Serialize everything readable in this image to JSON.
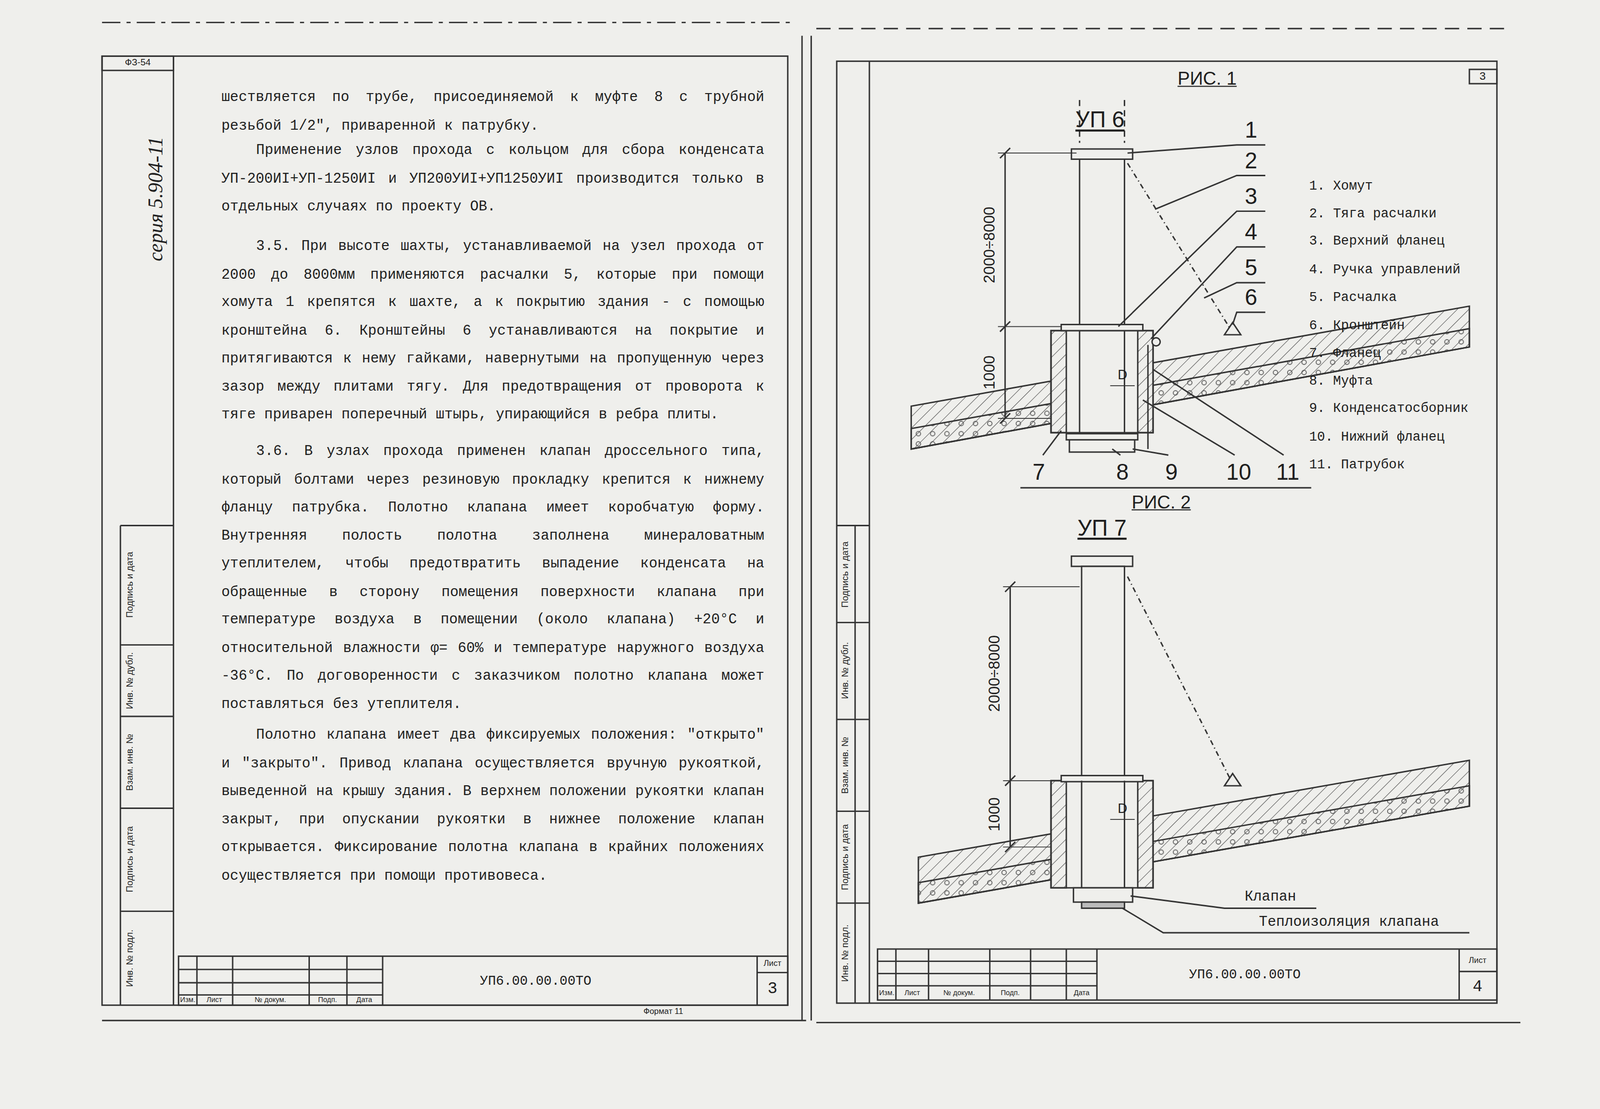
{
  "diagram": {
    "labels": [
      "ФЗ-54",
      "серия 5.904-11",
      "шествляется по трубе, присоединяемой к муфте 8 с трубной резьбой 1/2\", приваренной к патрубку.",
      "Применение узлов прохода с кольцом для сбора конденсата УП-200ИI+УП-1250ИI и УП200УИI+УП1250УИI производится только в отдельных случаях по проекту ОВ.",
      "3.5. При высоте шахты, устанавливаемой на узел прохода от 2000 до 8000мм применяются расчалки 5, которые при помощи хомута 1 крепятся к шахте, а к покрытию здания - с помощью кронштейна 6. Кронштейны 6 устанавливаются на покрытие и притягиваются к нему гайками, навернутыми на пропущенную через зазор между плитами тягу. Для предотвращения от проворота к тяге приварен поперечный штырь, упирающийся в ребра плиты.",
      "3.6. В узлах прохода применен клапан дроссельного типа, который болтами через резиновую прокладку крепится к нижнему фланцу патрубка. Полотно клапана имеет коробчатую форму. Внутренняя полость полотна заполнена минераловатным утеплителем, чтобы предотвратить выпадение конденсата на обращенные в сторону помещения поверхности клапана при температуре воздуха в помещении (около клапана) +20°С и относительной влажности φ= 60% и температуре наружного воздуха -36°С. По договоренности с заказчиком полотно клапана может поставляться без утеплителя.",
      "Полотно клапана имеет два фиксируемых положения: \"открыто\" и \"закрыто\". Привод клапана осуществляется вручную рукояткой, выведенной на крышу здания. В верхнем положении рукоятки клапан закрыт, при опускании рукоятки в нижнее положение клапан открывается. Фиксирование полотна клапана в крайних положениях осуществляется при помощи противовеса.",
      "Подпись и дата",
      "Инв. № дубл.",
      "Взам. инв. №",
      "Подпись и дата",
      "Инв. № подл.",
      "Изм.",
      "Лист",
      "№ докум.",
      "Подп.",
      "Дата",
      "УП6.00.00.00ТО",
      "Лист",
      "3",
      "Формат 11",
      "3",
      "РИС. 1",
      "УП 6",
      "1",
      "2",
      "3",
      "4",
      "5",
      "6",
      "7",
      "8",
      "9",
      "10",
      "11",
      "2000÷8000",
      "1000",
      "D",
      "1. Хомут",
      "2. Тяга расчалки",
      "3. Верхний фланец",
      "4. Ручка управлений",
      "5. Расчалка",
      "6. Кронштейн",
      "7. Фланец",
      "8. Муфта",
      "9. Конденсатосборник",
      "10. Нижний фланец",
      "11. Патрубок",
      "РИС. 2",
      "УП 7",
      "2000÷8000",
      "1000",
      "D",
      "Клапан",
      "Теплоизоляция клапана",
      "Подпись и дата",
      "Инв. № дубл.",
      "Взам. инв. №",
      "Подпись и дата",
      "Инв. № подл.",
      "Изм.",
      "Лист",
      "№ докум.",
      "Подп.",
      "Дата",
      "УП6.00.00.00ТО",
      "Лист",
      "4"
    ]
  }
}
